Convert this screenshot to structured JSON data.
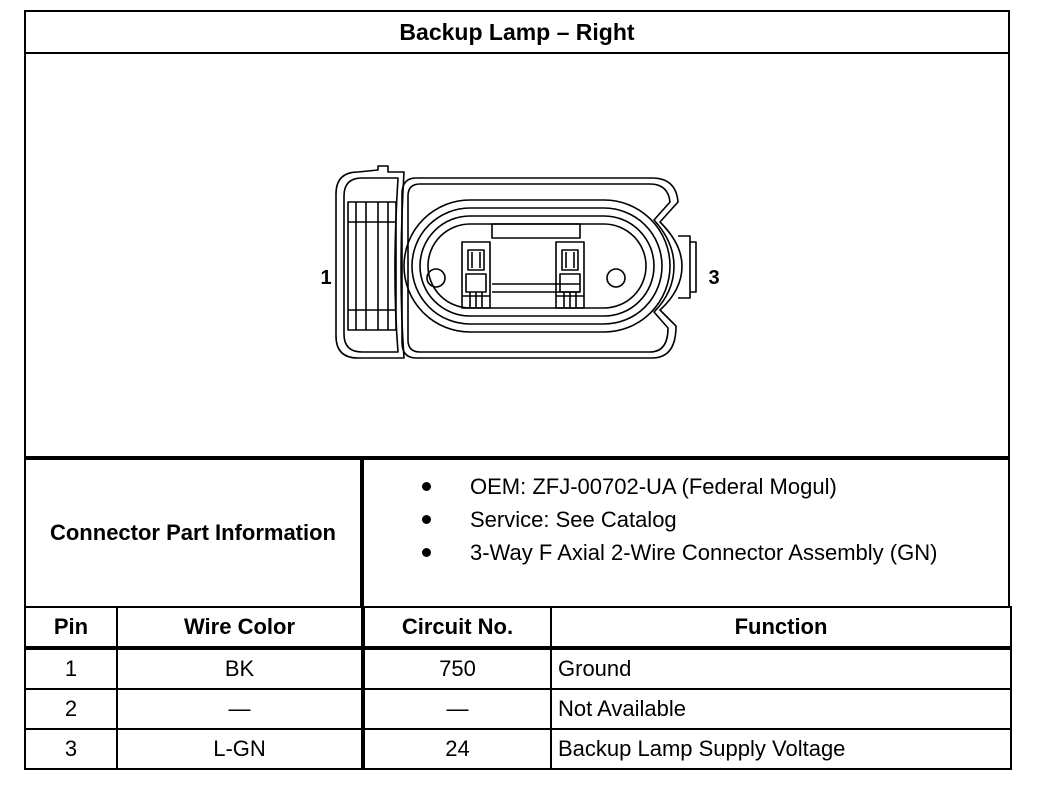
{
  "title": "Backup Lamp – Right",
  "diagram": {
    "pin_label_left": "1",
    "pin_label_right": "3"
  },
  "connector_info": {
    "label": "Connector Part Information",
    "items": [
      "OEM: ZFJ-00702-UA (Federal Mogul)",
      "Service: See Catalog",
      "3-Way F Axial 2-Wire Connector Assembly (GN)"
    ]
  },
  "pin_table": {
    "headers": {
      "pin": "Pin",
      "wire_color": "Wire Color",
      "circuit": "Circuit No.",
      "function": "Function"
    },
    "rows": [
      {
        "pin": "1",
        "wire_color": "BK",
        "circuit": "750",
        "function": "Ground"
      },
      {
        "pin": "2",
        "wire_color": "—",
        "circuit": "—",
        "function": "Not Available"
      },
      {
        "pin": "3",
        "wire_color": "L-GN",
        "circuit": "24",
        "function": "Backup Lamp Supply Voltage"
      }
    ]
  }
}
